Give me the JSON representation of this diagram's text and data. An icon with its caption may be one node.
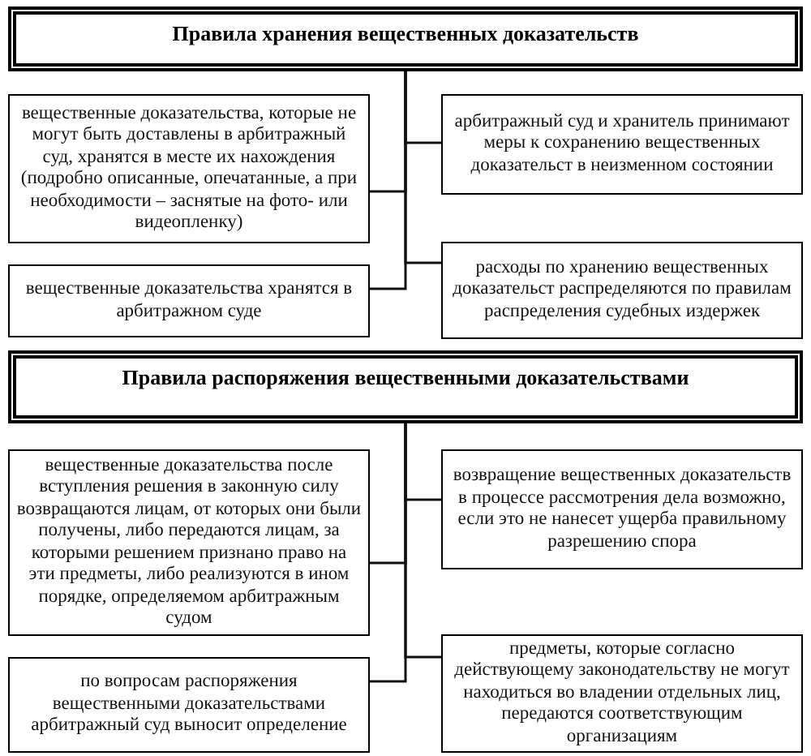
{
  "diagram": {
    "nodes": [
      {
        "text": [
          "Правила хранения вещественных доказательств"
        ]
      },
      {
        "text": [
          "вещественные доказательства, которые не могут быть доставлены в арбитражный суд, хранятся в месте их нахождения (подробно описанные, опечатанные, а при необходимости – заснятые на фото- или видеопленку)"
        ]
      },
      {
        "text": [
          "арбитражный суд и хранитель принимают меры к сохранению вещественных доказательст в неизменном состоянии"
        ]
      },
      {
        "text": [
          "расходы по хранению вещественных доказательст распределяются по правилам распределения судебных издержек"
        ]
      },
      {
        "text": [
          "вещественные доказательства хранятся в арбитражном суде"
        ]
      },
      {
        "text": [
          "Правила распоряжения вещественными доказательствами"
        ]
      },
      {
        "text": [
          "вещественные доказательства после вступления решения в законную силу возвращаются лицам, от которых они были получены, либо передаются лицам, за которыми решением признано право на эти предметы, либо реализуются в ином порядке, определяемом арбитражным судом"
        ]
      },
      {
        "text": [
          "возвращение вещественных доказательств в процессе рассмотрения дела возможно, если это не нанесет ущерба правильному разрешению спора"
        ]
      },
      {
        "text": [
          "предметы, которые согласно действующему законодательству не могут находиться во владении отдельных лиц, передаются соответствующим организациям"
        ]
      },
      {
        "text": [
          "по вопросам распоряжения вещественными доказательствами арбитражный суд выносит определение"
        ]
      }
    ],
    "edges": [
      {
        "from": 0,
        "to": 1,
        "arrow": "none"
      },
      {
        "from": 0,
        "to": 2,
        "arrow": "none"
      },
      {
        "from": 0,
        "to": 3,
        "arrow": "none"
      },
      {
        "from": 0,
        "to": 4,
        "arrow": "none"
      },
      {
        "from": 5,
        "to": 6,
        "arrow": "none"
      },
      {
        "from": 5,
        "to": 7,
        "arrow": "none"
      },
      {
        "from": 5,
        "to": 8,
        "arrow": "none"
      },
      {
        "from": 5,
        "to": 9,
        "arrow": "none"
      }
    ]
  }
}
